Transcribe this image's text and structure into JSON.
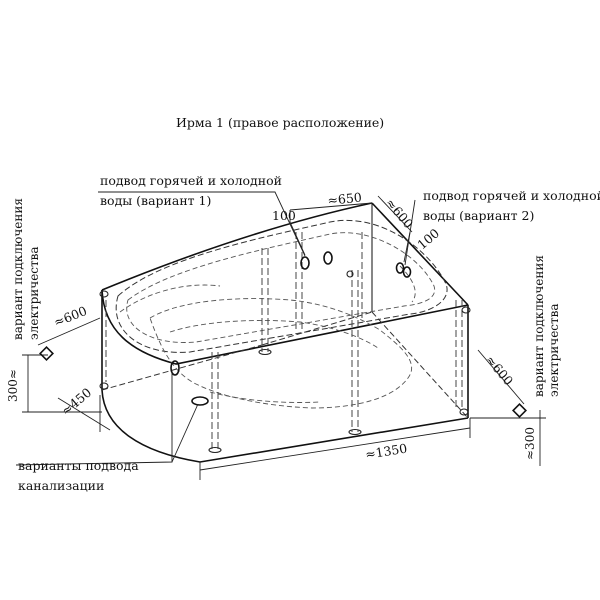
{
  "title": "Ирма 1 (правое расположение)",
  "labels": {
    "hot_cold_v1_line1": "подвод горячей и холодной",
    "hot_cold_v1_line2": "воды (вариант 1)",
    "hot_cold_v2_line1": "подвод горячей и холодной",
    "hot_cold_v2_line2": "воды (вариант 2)",
    "electric_left": "вариант подключения",
    "electric_left_2": "электричества",
    "electric_right": "вариант подключения",
    "electric_right_2": "электричества",
    "drain_line1": "варианты подвода",
    "drain_line2": "канализации"
  },
  "dimensions": {
    "d650": "≈650",
    "d600_top": "≈600",
    "d100_left": "100",
    "d100_right": "100",
    "d600_left": "≈600",
    "d300_left": "300≈",
    "d450": "≈450",
    "d1350": "≈1350",
    "d600_right": "≈600",
    "d300_right": "≈300"
  }
}
